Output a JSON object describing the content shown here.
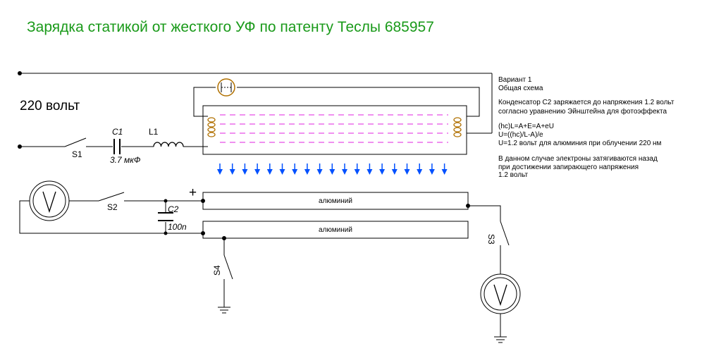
{
  "title": "Зарядка статикой от жесткого УФ по патенту Теслы 685957",
  "voltage_label": "220 вольт",
  "components": {
    "s1": "S1",
    "c1": "C1",
    "c1_value": "3.7 мкФ",
    "l1": "L1",
    "s2": "S2",
    "c2": "C2",
    "c2_value": "100n",
    "s3": "S3",
    "s4": "S4",
    "plus": "+",
    "plate_top": "алюминий",
    "plate_bottom": "алюминий"
  },
  "notes": [
    "Вариант 1",
    "Общая схема",
    "",
    "Конденсатор С2 заряжается до напряжения 1.2 вольт",
    "согласно уравнению Эйнштейна для фотоэффекта",
    "",
    "(hc)L=A+E=A+eU",
    "U=((hc)/L-A)/e",
    "U=1.2 вольт для алюминия при облучении 220 нм",
    "",
    "В данном случае электроны затягиваются назад",
    "при достижении запирающего напряжения",
    "1.2 вольт"
  ],
  "colors": {
    "title": "#1a9a1a",
    "uv_dashes": "#e020e0",
    "coils": "#b07000",
    "arrows": "#0050ff",
    "lamp": "#b07000"
  }
}
